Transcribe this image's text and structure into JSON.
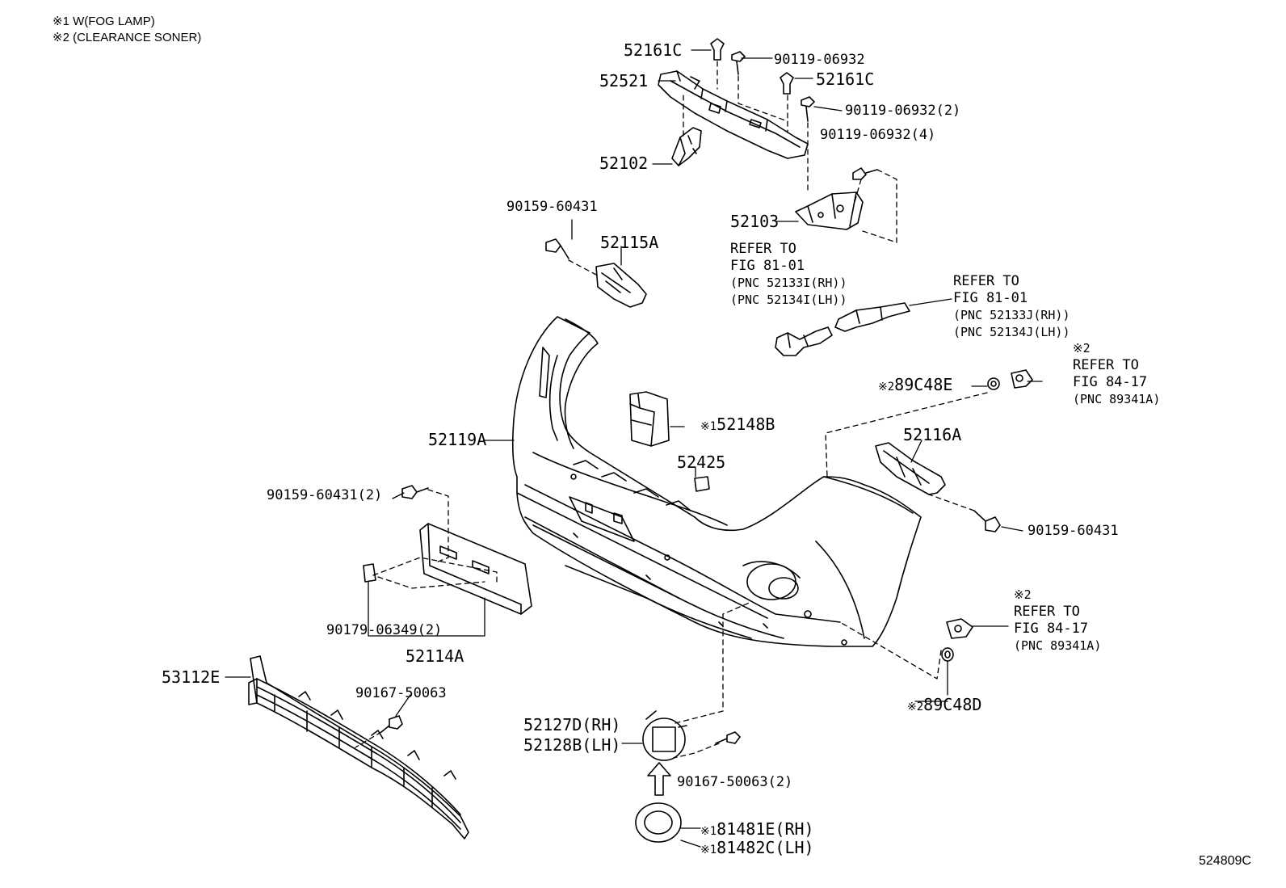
{
  "notes": [
    "※1 W(FOG LAMP)",
    "※2 (CLEARANCE SONER)"
  ],
  "labels": {
    "p52161C_a": "52161C",
    "p52161C_b": "52161C",
    "p90119_a": "90119-06932",
    "p90119_b": "90119-06932(2)",
    "p90119_c": "90119-06932(4)",
    "p52521": "52521",
    "p52102": "52102",
    "p52103": "52103",
    "p90159_a": "90159-60431",
    "p52115A": "52115A",
    "p52119A": "52119A",
    "p52148B_mark": "※1",
    "p52148B": "52148B",
    "p52425": "52425",
    "p89C48E_mark": "※2",
    "p89C48E": "89C48E",
    "p52116A": "52116A",
    "p90159_b": "90159-60431",
    "p90159_c": "90159-60431(2)",
    "p90179": "90179-06349(2)",
    "p52114A": "52114A",
    "p53112E": "53112E",
    "p90167_a": "90167-50063",
    "p52127D": "52127D(RH)",
    "p52128B": "52128B(LH)",
    "p90167_b": "90167-50063(2)",
    "p81481E_mark": "※1",
    "p81481E": "81481E(RH)",
    "p81482C_mark": "※1",
    "p81482C": "81482C(LH)",
    "p89C48D_mark": "※2",
    "p89C48D": "89C48D"
  },
  "refs": {
    "r1": {
      "l1": "REFER TO",
      "l2": "FIG 81-01",
      "l3": "(PNC 52133I(RH))",
      "l4": "(PNC 52134I(LH))"
    },
    "r2": {
      "l1": "REFER TO",
      "l2": "FIG 81-01",
      "l3": "(PNC 52133J(RH))",
      "l4": "(PNC 52134J(LH))"
    },
    "r3": {
      "mark": "※2",
      "l1": "REFER TO",
      "l2": "FIG 84-17",
      "l3": "(PNC 89341A)"
    },
    "r4": {
      "mark": "※2",
      "l1": "REFER TO",
      "l2": "FIG 84-17",
      "l3": "(PNC 89341A)"
    }
  },
  "diagram_code": "524809C"
}
